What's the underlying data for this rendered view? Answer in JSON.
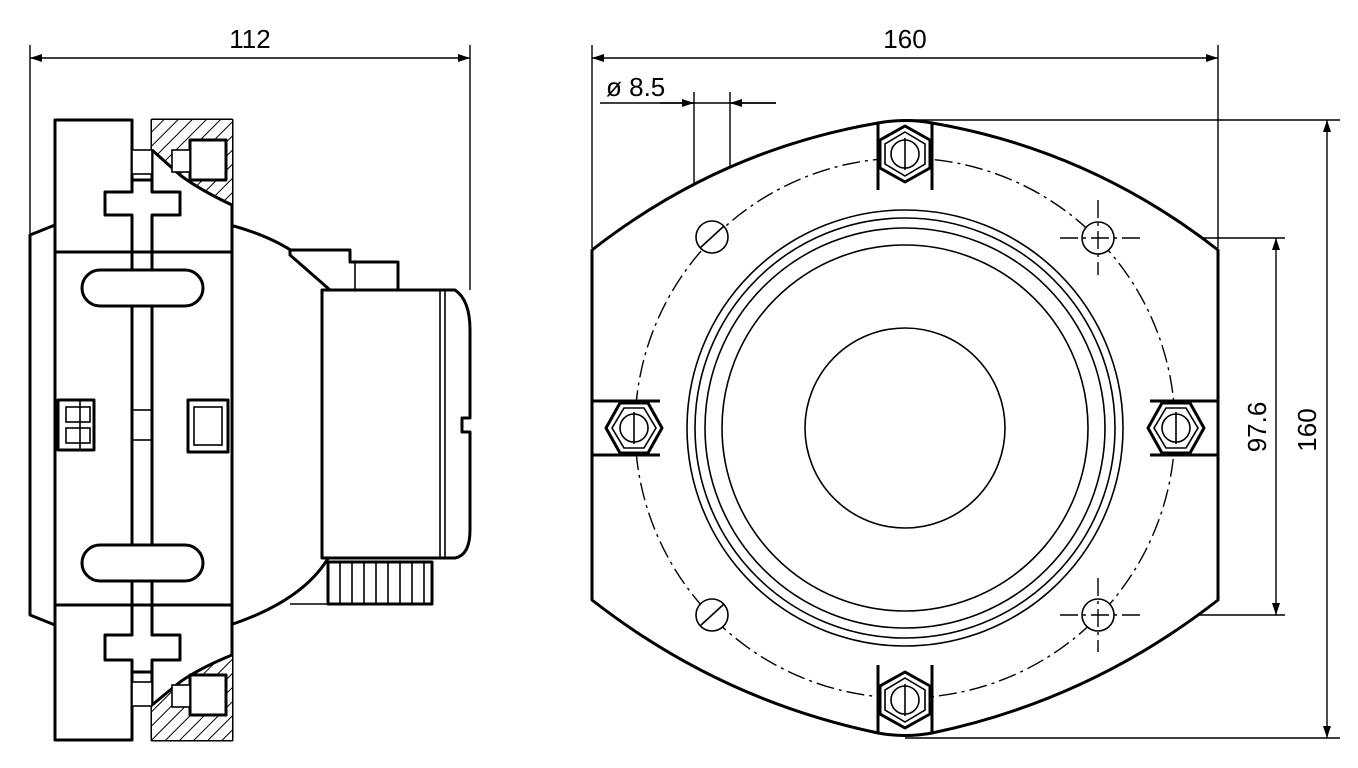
{
  "side_view": {
    "width_dim": "112"
  },
  "front_view": {
    "width_dim": "160",
    "hole_dim": "ø 8.5",
    "pitch_dim": "97.6",
    "height_dim": "160"
  }
}
